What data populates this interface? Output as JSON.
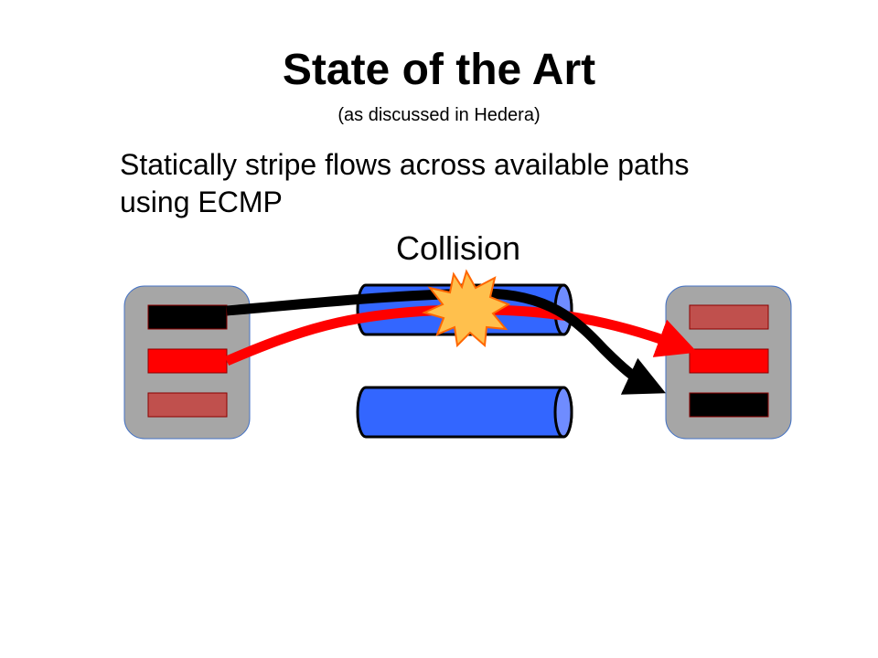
{
  "slide": {
    "title": "State of the Art",
    "subtitle": "(as discussed in Hedera)",
    "bullet": "Statically stripe flows across available paths using ECMP",
    "collision_label": "Collision"
  },
  "colors": {
    "host_fill": "#a6a6a6",
    "host_border": "#4472c4",
    "link_fill": "#3366ff",
    "flow_black": "#000000",
    "flow_red": "#ff0000",
    "slot_dim": "#c0504d",
    "burst_fill": "#ffc04d",
    "burst_stroke": "#ff6600"
  },
  "icons": {
    "collision": "explosion-burst-icon"
  }
}
